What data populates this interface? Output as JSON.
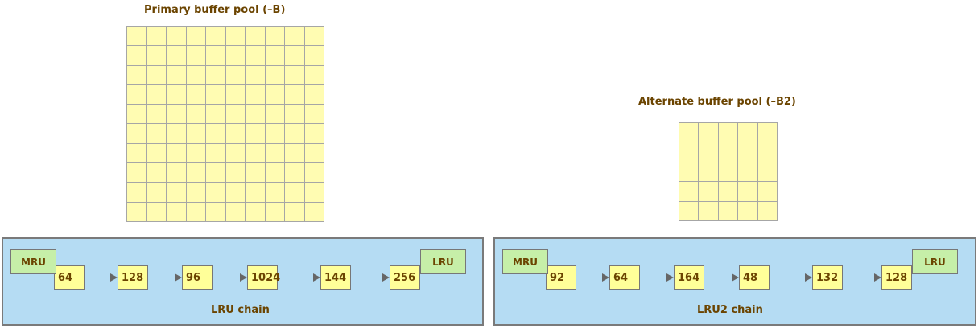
{
  "primary_pool": {
    "title": "Primary buffer pool (–B)",
    "rows": 10,
    "cols": 10
  },
  "alternate_pool": {
    "title": "Alternate buffer pool (–B2)",
    "rows": 5,
    "cols": 5
  },
  "lru_chain": {
    "label": "LRU chain",
    "head_tag": "MRU",
    "tail_tag": "LRU",
    "pages": [
      "64",
      "128",
      "96",
      "1024",
      "144",
      "256"
    ]
  },
  "lru2_chain": {
    "label": "LRU2 chain",
    "head_tag": "MRU",
    "tail_tag": "LRU",
    "pages": [
      "92",
      "64",
      "164",
      "48",
      "132",
      "128"
    ]
  },
  "colors": {
    "cell": "#fffcb2",
    "panel": "#b5dcf3",
    "node": "#ffff99",
    "tag": "#c6efa8",
    "text": "#6b4400"
  }
}
